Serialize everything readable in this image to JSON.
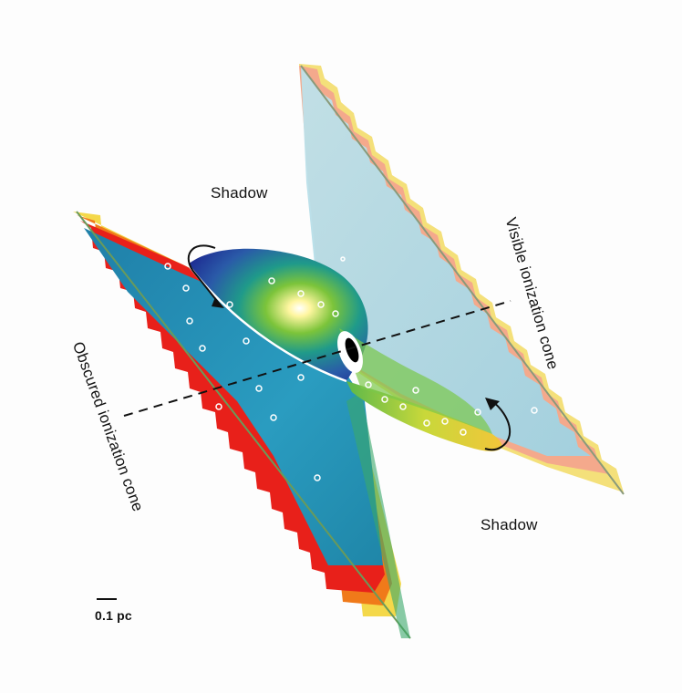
{
  "labels": {
    "shadow_top": "Shadow",
    "shadow_bottom": "Shadow",
    "visible_cone": "Visible ionization cone",
    "obscured_cone": "Obscured ionization cone",
    "scale": "0.1 pc"
  },
  "colors": {
    "left_fan_outer": "#e8201a",
    "left_fan_mid": "#f07a1a",
    "left_fan_edge": "#f4d13a",
    "left_fan_inner": "#2a96b8",
    "right_fan_outer": "#f2a88c",
    "right_fan_mid": "#a8d8e6",
    "right_fan_edge": "#f2e08a",
    "disk_dark": "#1a1f8c",
    "disk_green": "#2aa84a",
    "disk_yellow": "#f2d23a"
  },
  "icons": {
    "rotation_arrow": "curved-arrow-icon",
    "marker": "ring-marker-icon"
  }
}
